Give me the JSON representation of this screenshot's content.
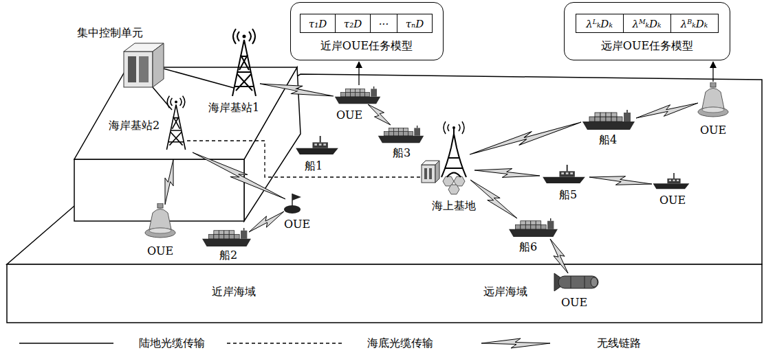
{
  "diagram": {
    "nodes": [
      {
        "text": [
          "近岸OUE任务模型"
        ]
      },
      {
        "text": [
          "τ₁D"
        ],
        "in": 0
      },
      {
        "text": [
          "τ₂D"
        ],
        "in": 0
      },
      {
        "text": [
          "···"
        ],
        "in": 0
      },
      {
        "text": [
          "τₙD"
        ],
        "in": 0
      },
      {
        "text": [
          "远岸OUE任务模型"
        ]
      },
      {
        "text": [
          "λᴸₖDₖ"
        ],
        "in": 5
      },
      {
        "text": [
          "λᴹₖDₖ"
        ],
        "in": 5
      },
      {
        "text": [
          "λᴮₖDₖ"
        ],
        "in": 5
      }
    ],
    "labels": [
      "集中控制单元",
      "海岸基站1",
      "海岸基站2",
      "OUE",
      "船3",
      "船1",
      "OUE",
      "船4",
      "海上基地",
      "船5",
      "OUE",
      "OUE",
      "OUE",
      "船2",
      "船6",
      "OUE",
      "近岸海域",
      "远岸海域"
    ],
    "legend": [
      {
        "text": "陆地光缆传输"
      },
      {
        "text": "海底光缆传输"
      },
      {
        "text": "无线链路"
      }
    ]
  }
}
